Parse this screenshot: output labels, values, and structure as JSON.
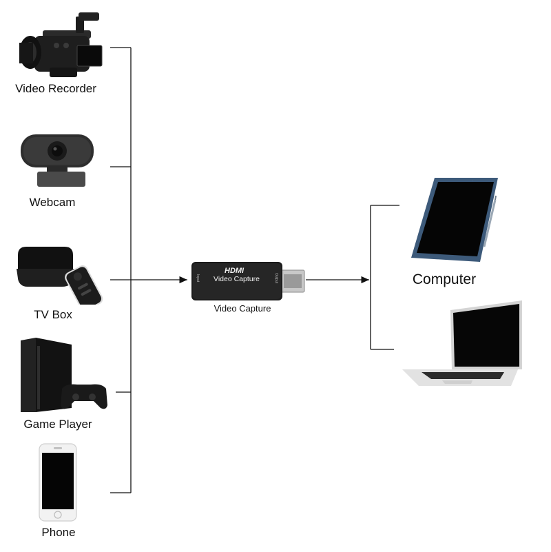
{
  "sources": [
    {
      "id": "video-recorder",
      "label": "Video Recorder",
      "icon": "video-camera-icon"
    },
    {
      "id": "webcam",
      "label": "Webcam",
      "icon": "webcam-icon"
    },
    {
      "id": "tv-box",
      "label": "TV Box",
      "icon": "tv-box-icon"
    },
    {
      "id": "game-player",
      "label": "Game Player",
      "icon": "game-console-icon"
    },
    {
      "id": "phone",
      "label": "Phone",
      "icon": "smartphone-icon"
    }
  ],
  "capture": {
    "label": "Video Capture",
    "brand": "HDMI",
    "device_text": "Video Capture",
    "port_in": "Input",
    "port_out": "Output",
    "icon": "hdmi-capture-dongle-icon"
  },
  "outputs": {
    "label": "Computer",
    "devices": [
      {
        "id": "tablet",
        "icon": "tablet-icon"
      },
      {
        "id": "laptop",
        "icon": "laptop-icon"
      }
    ]
  },
  "colors": {
    "line": "#111111",
    "device_dark": "#1a1a1a",
    "screen": "#050505",
    "tablet_frame": "#3d5a7a"
  }
}
